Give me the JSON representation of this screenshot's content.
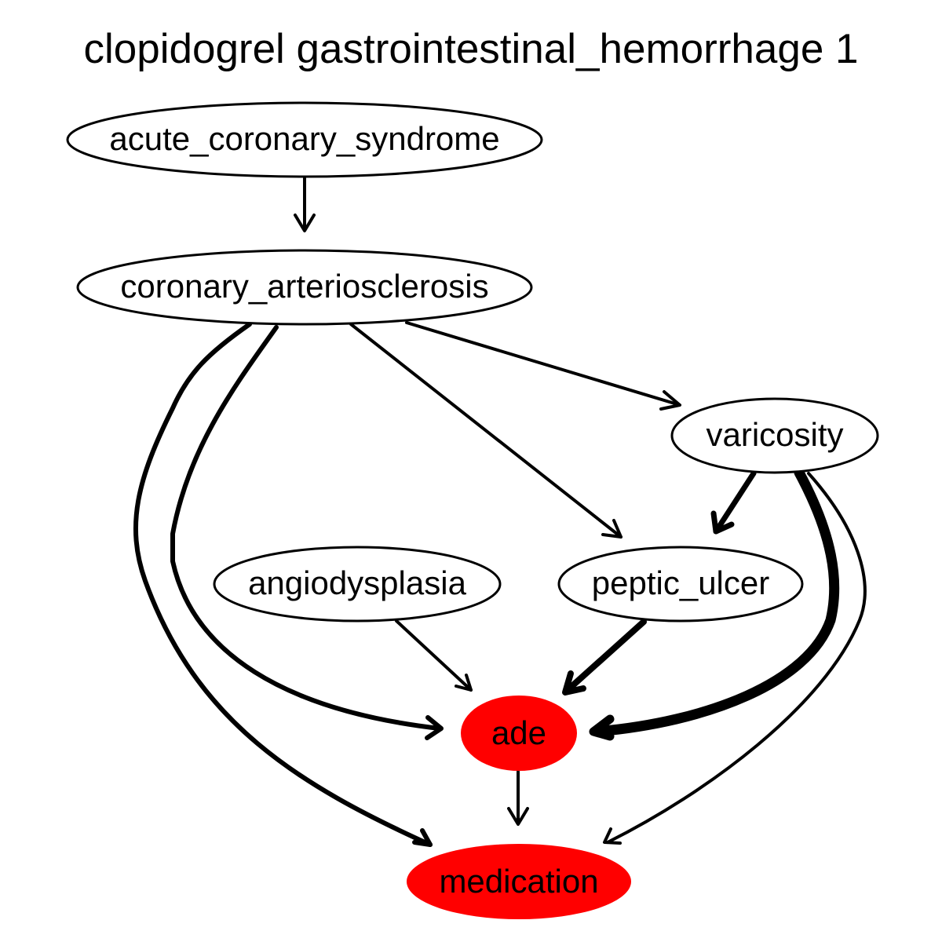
{
  "title": "clopidogrel gastrointestinal_hemorrhage 1",
  "nodes": {
    "acute_coronary_syndrome": {
      "label": "acute_coronary_syndrome",
      "highlighted": false
    },
    "coronary_arteriosclerosis": {
      "label": "coronary_arteriosclerosis",
      "highlighted": false
    },
    "varicosity": {
      "label": "varicosity",
      "highlighted": false
    },
    "angiodysplasia": {
      "label": "angiodysplasia",
      "highlighted": false
    },
    "peptic_ulcer": {
      "label": "peptic_ulcer",
      "highlighted": false
    },
    "ade": {
      "label": "ade",
      "highlighted": true
    },
    "medication": {
      "label": "medication",
      "highlighted": true
    }
  },
  "edges": [
    {
      "from": "acute_coronary_syndrome",
      "to": "coronary_arteriosclerosis",
      "weight": "medium"
    },
    {
      "from": "coronary_arteriosclerosis",
      "to": "varicosity",
      "weight": "medium"
    },
    {
      "from": "coronary_arteriosclerosis",
      "to": "peptic_ulcer",
      "weight": "thin"
    },
    {
      "from": "coronary_arteriosclerosis",
      "to": "ade",
      "weight": "thick"
    },
    {
      "from": "coronary_arteriosclerosis",
      "to": "medication",
      "weight": "thick"
    },
    {
      "from": "varicosity",
      "to": "peptic_ulcer",
      "weight": "thick"
    },
    {
      "from": "varicosity",
      "to": "ade",
      "weight": "very-thick"
    },
    {
      "from": "varicosity",
      "to": "medication",
      "weight": "thin"
    },
    {
      "from": "angiodysplasia",
      "to": "ade",
      "weight": "thin"
    },
    {
      "from": "peptic_ulcer",
      "to": "ade",
      "weight": "thick"
    },
    {
      "from": "ade",
      "to": "medication",
      "weight": "thin"
    }
  ],
  "colors": {
    "highlight": "#ff0000",
    "default_fill": "#ffffff",
    "stroke": "#000000"
  }
}
